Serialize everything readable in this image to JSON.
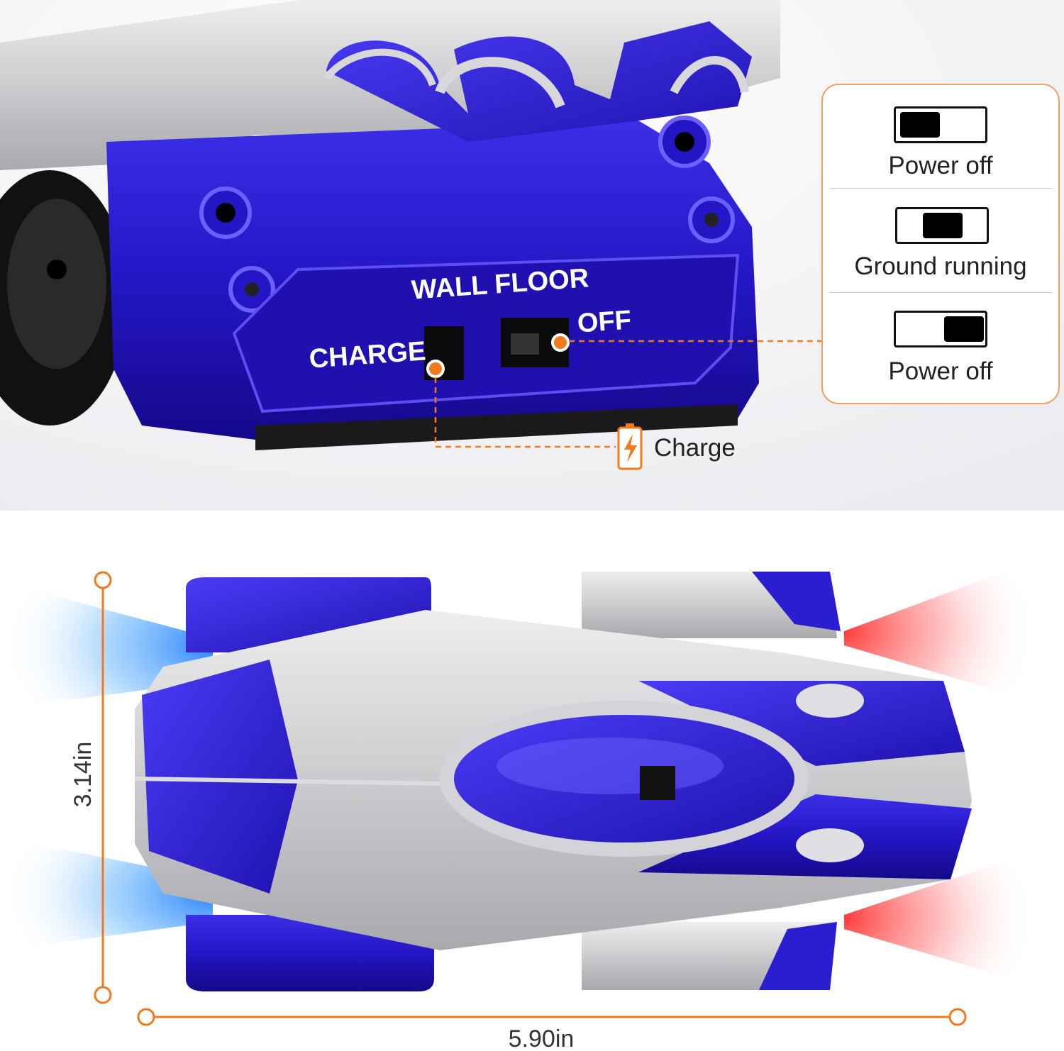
{
  "car_markings": {
    "wall_floor": "WALL FLOOR",
    "off": "OFF",
    "charge": "CHARGE"
  },
  "switch_states": [
    {
      "label": "Power off",
      "knob_position": "left"
    },
    {
      "label": "Ground running",
      "knob_position": "center"
    },
    {
      "label": "Power off",
      "knob_position": "right"
    }
  ],
  "charge_callout": {
    "label": "Charge",
    "icon": "battery-bolt-icon"
  },
  "dimensions": {
    "height": "3.14in",
    "width": "5.90in"
  },
  "colors": {
    "accent": "#f07a1e",
    "car_blue": "#2a1fd0",
    "car_silver": "#c8c8cc",
    "light_blue": "#3aa0ff",
    "light_red": "#ff5a5a"
  }
}
